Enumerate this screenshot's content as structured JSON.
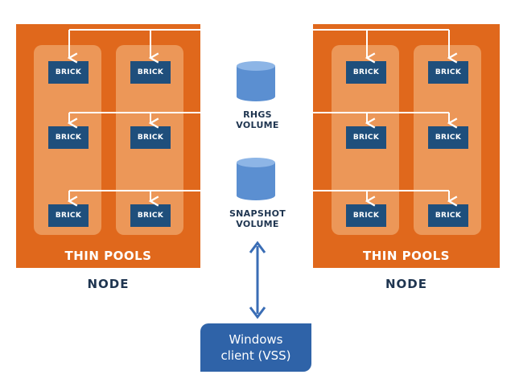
{
  "diagram": {
    "left_node": {
      "node_label": "NODE",
      "pool_label": "THIN POOLS",
      "bricks": [
        "BRICK",
        "BRICK",
        "BRICK",
        "BRICK",
        "BRICK",
        "BRICK"
      ]
    },
    "right_node": {
      "node_label": "NODE",
      "pool_label": "THIN POOLS",
      "bricks": [
        "BRICK",
        "BRICK",
        "BRICK",
        "BRICK",
        "BRICK",
        "BRICK"
      ]
    },
    "volumes": {
      "rhgs_line1": "RHGS",
      "rhgs_line2": "VOLUME",
      "snapshot_line1": "SNAPSHOT",
      "snapshot_line2": "VOLUME"
    },
    "client": {
      "line1": "Windows",
      "line2": "client (VSS)"
    },
    "colors": {
      "node_orange": "#e0681c",
      "pool_orange": "#ec9a5c",
      "brick_blue": "#1f4f7c",
      "volume_blue": "#5b8fd1",
      "client_blue": "#2f63a8",
      "arrow_blue": "#3a6db5"
    }
  }
}
